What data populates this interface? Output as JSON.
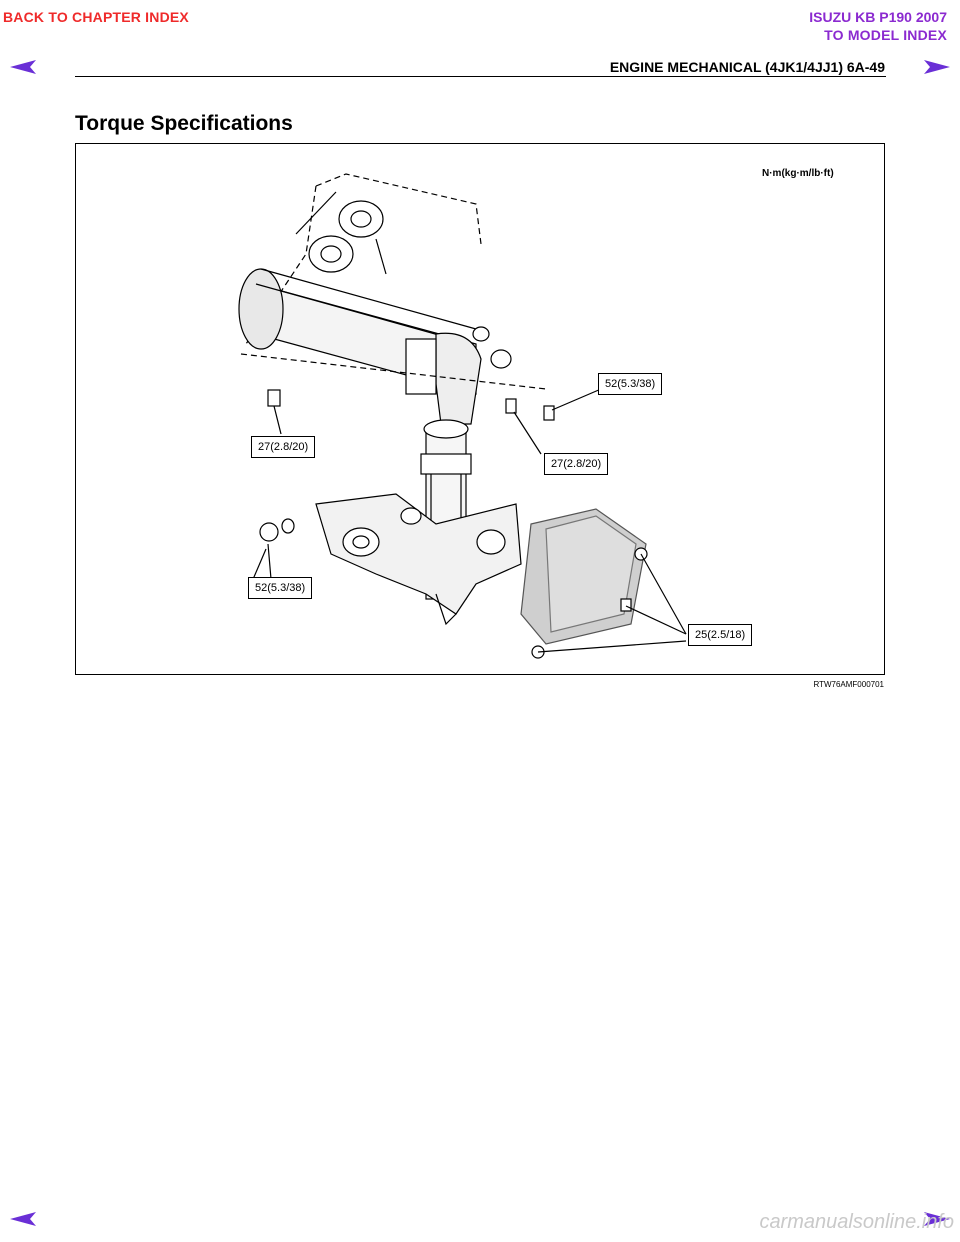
{
  "nav": {
    "back_chapter": "BACK TO CHAPTER INDEX",
    "model_title": "ISUZU KB P190 2007",
    "model_index": "TO MODEL INDEX"
  },
  "header": {
    "title": "ENGINE MECHANICAL (4JK1/4JJ1)  6A-49"
  },
  "section": {
    "title": "Torque Specifications"
  },
  "figure": {
    "units": "N·m(kg·m/lb·ft)",
    "callouts": [
      "52(5.3/38)",
      "27(2.8/20)",
      "27(2.8/20)",
      "52(5.3/38)",
      "25(2.5/18)"
    ],
    "id": "RTW76AMF000701"
  },
  "footer": {
    "watermark": "carmanualsonline.info"
  },
  "colors": {
    "back_link": "#ef2a2a",
    "model_link": "#8b2ad0",
    "arrow": "#6a2fd6"
  }
}
